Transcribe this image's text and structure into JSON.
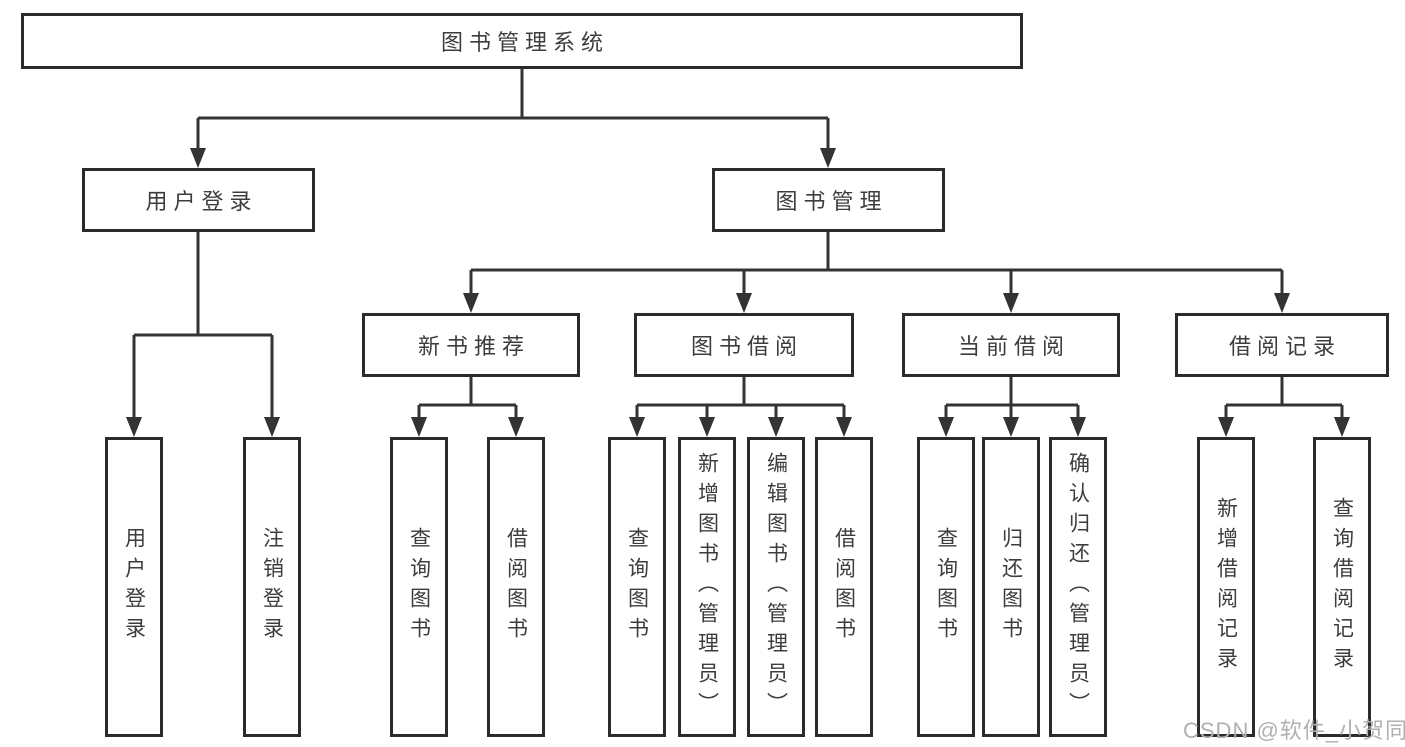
{
  "diagram": {
    "root": {
      "label": "图书管理系统"
    },
    "user_login": {
      "label": "用户登录",
      "children": [
        {
          "label": "用户登录"
        },
        {
          "label": "注销登录"
        }
      ]
    },
    "book_mgmt": {
      "label": "图书管理",
      "children": [
        {
          "label": "新书推荐",
          "children": [
            {
              "label": "查询图书"
            },
            {
              "label": "借阅图书"
            }
          ]
        },
        {
          "label": "图书借阅",
          "children": [
            {
              "label": "查询图书"
            },
            {
              "label": "新增图书（管理员）"
            },
            {
              "label": "编辑图书（管理员）"
            },
            {
              "label": "借阅图书"
            }
          ]
        },
        {
          "label": "当前借阅",
          "children": [
            {
              "label": "查询图书"
            },
            {
              "label": "归还图书"
            },
            {
              "label": "确认归还（管理员）"
            }
          ]
        },
        {
          "label": "借阅记录",
          "children": [
            {
              "label": "新增借阅记录"
            },
            {
              "label": "查询借阅记录"
            }
          ]
        }
      ]
    },
    "watermark": "CSDN @软件_小贺同学",
    "colors": {
      "line": "#333333",
      "border": "#2b2b2b",
      "text": "#3d3d3d",
      "watermark": "#b0b0b0",
      "background": "#ffffff"
    }
  }
}
